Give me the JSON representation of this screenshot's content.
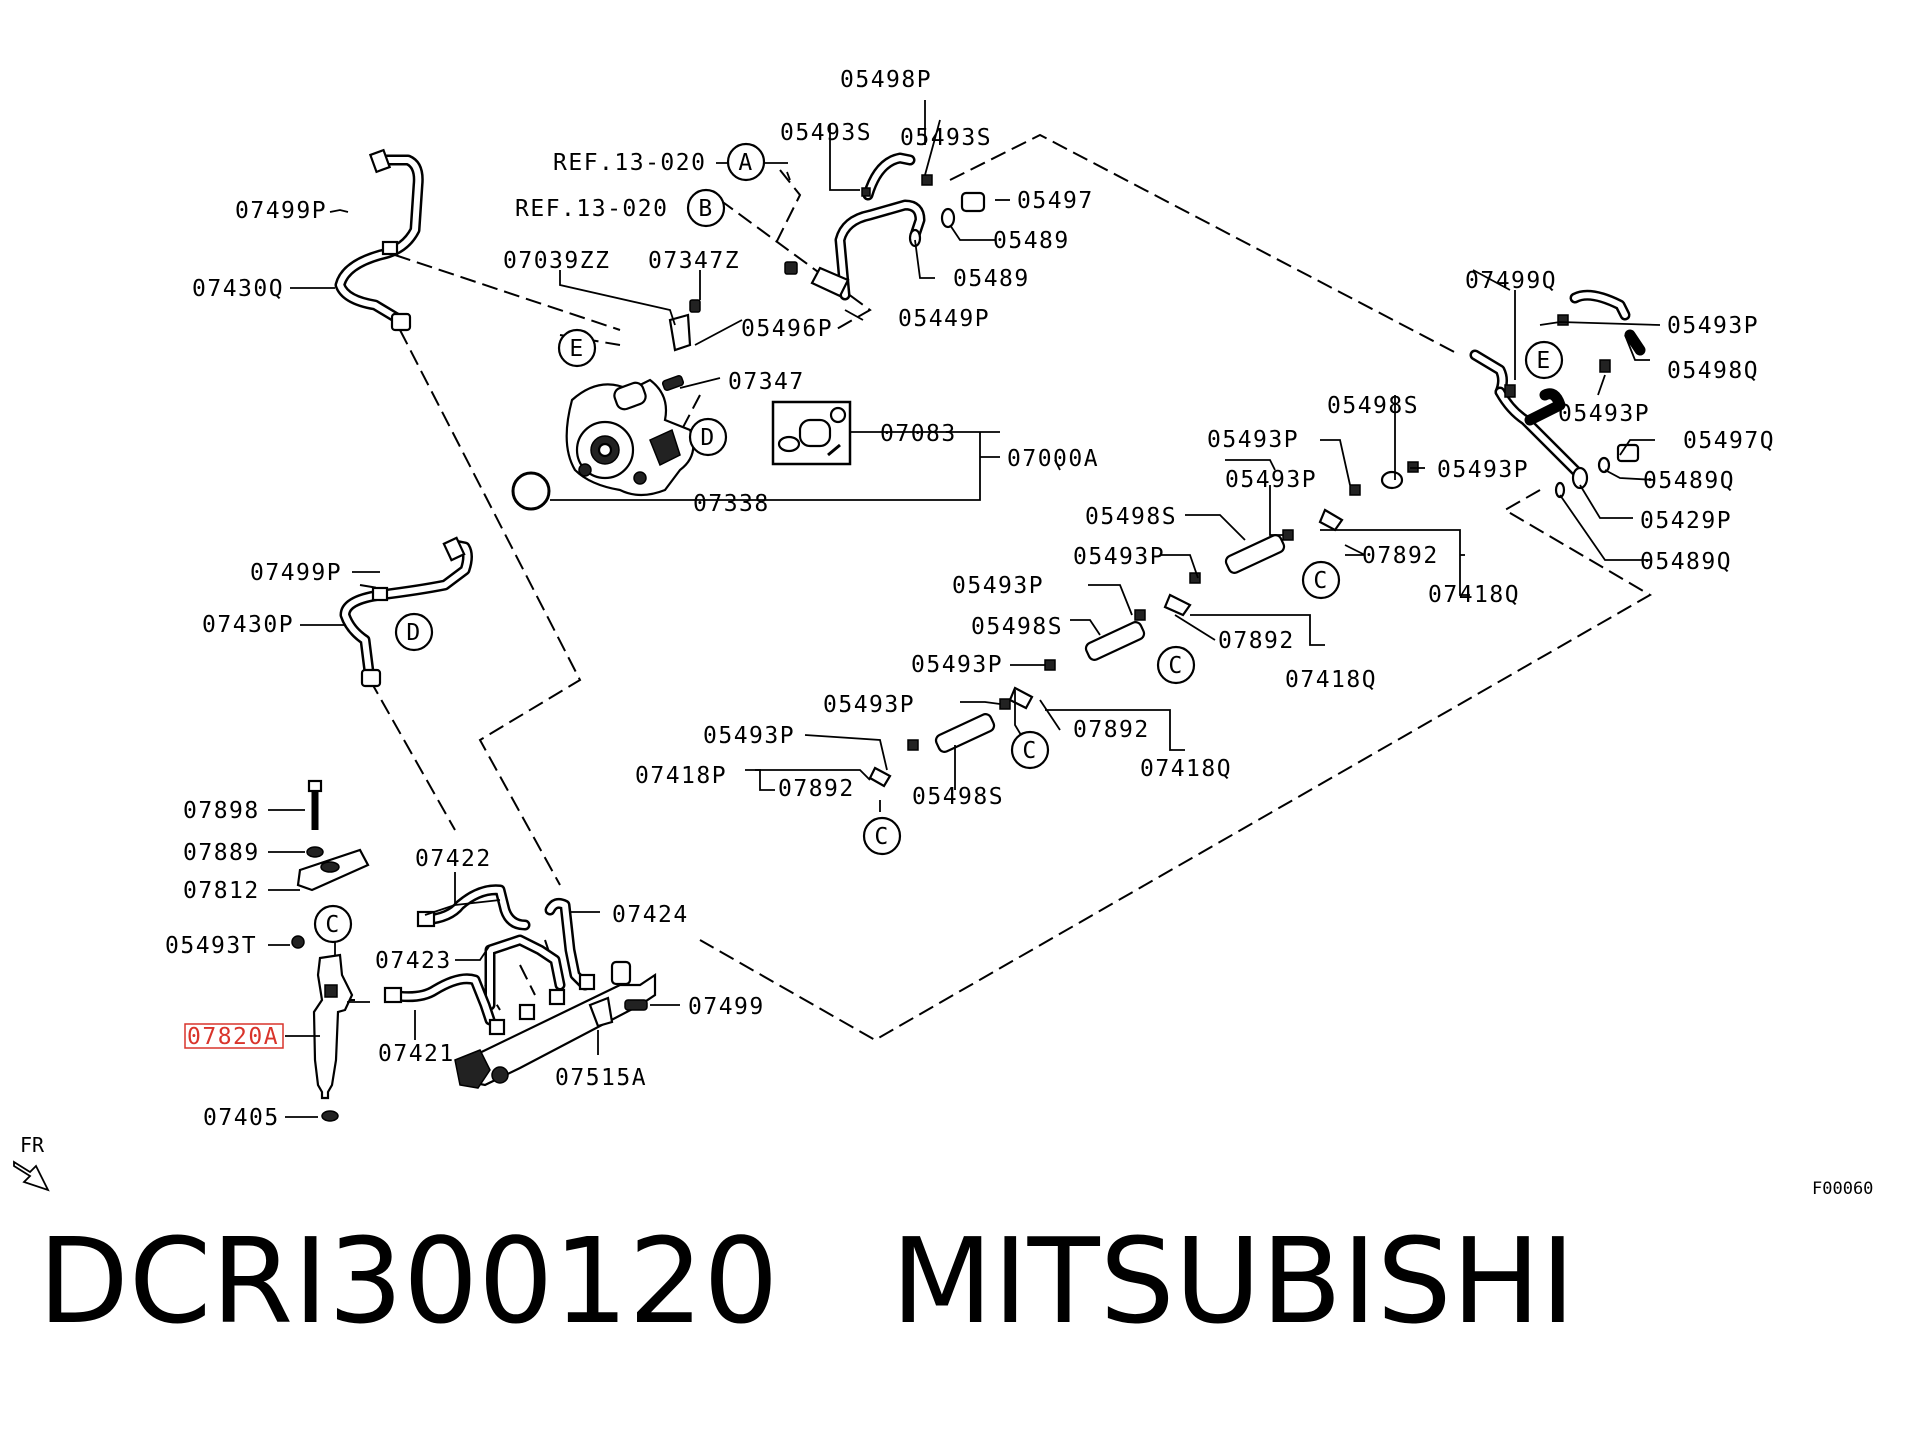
{
  "diagram": {
    "title": "DCRI300120   MITSUBISHI",
    "figure_code": "F00060",
    "direction_label": "FR",
    "highlighted_part": "07820A",
    "labels": {
      "p05498P": "05498P",
      "p05493S_a": "05493S",
      "p05493S_b": "05493S",
      "ref_a": "REF.13-020",
      "ref_b": "REF.13-020",
      "p05497": "05497",
      "p05489_a": "05489",
      "p05489_b": "05489",
      "p07499P_top": "07499P",
      "p07430Q": "07430Q",
      "p07039ZZ": "07039ZZ",
      "p07347Z": "07347Z",
      "p05496P": "05496P",
      "p05449P": "05449P",
      "p07347": "07347",
      "p07083": "07083",
      "p07000A": "07000A",
      "p07338": "07338",
      "p07499Q": "07499Q",
      "p05493P_r1": "05493P",
      "p05498Q": "05498Q",
      "p05493P_r2": "05493P",
      "p05497Q": "05497Q",
      "p05489Q_a": "05489Q",
      "p05429P": "05429P",
      "p05489Q_b": "05489Q",
      "p05498S_1": "05498S",
      "p05493P_1": "05493P",
      "p05493P_2": "05493P",
      "p05493P_3": "05493P",
      "p05498S_2": "05498S",
      "p05493P_4": "05493P",
      "p07892_1": "07892",
      "p07418Q_1": "07418Q",
      "p05493P_5": "05493P",
      "p05498S_3": "05498S",
      "p07892_2": "07892",
      "p07418Q_2": "07418Q",
      "p05493P_6": "05493P",
      "p05493P_7": "05493P",
      "p07892_3": "07892",
      "p07418Q_3": "07418Q",
      "p05493P_8": "05493P",
      "p07418P": "07418P",
      "p07892_4": "07892",
      "p05498S_4": "05498S",
      "p07499P_mid": "07499P",
      "p07430P": "07430P",
      "p07898": "07898",
      "p07889": "07889",
      "p07812": "07812",
      "p05493T": "05493T",
      "p07820A": "07820A",
      "p07405": "07405",
      "p07422": "07422",
      "p07423": "07423",
      "p07421": "07421",
      "p07424": "07424",
      "p07499": "07499",
      "p07515A": "07515A"
    },
    "callouts": {
      "A": "A",
      "B": "B",
      "C": "C",
      "D": "D",
      "E": "E"
    },
    "colors": {
      "line": "#000000",
      "highlight": "#d9342b",
      "background": "#ffffff"
    }
  }
}
